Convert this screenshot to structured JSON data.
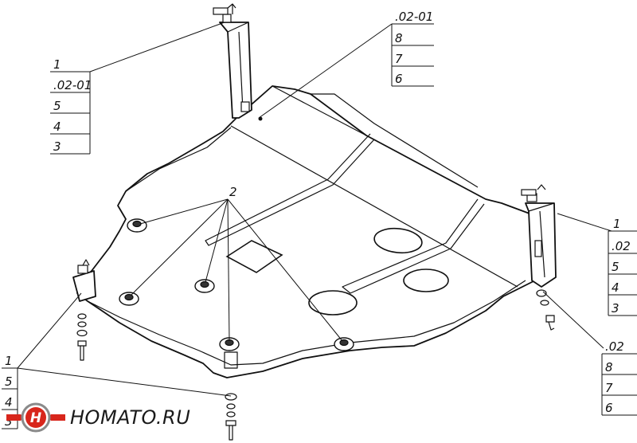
{
  "callouts": {
    "top_right": [
      ".02-01",
      "8",
      "7",
      "6"
    ],
    "top_left": [
      "1",
      ".02-01",
      "5",
      "4",
      "3"
    ],
    "right_upper": [
      "1",
      ".02",
      "5",
      "4",
      "3"
    ],
    "right_lower": [
      ".02",
      "8",
      "7",
      "6"
    ],
    "bottom_left": [
      "1",
      "5",
      "4",
      "3"
    ],
    "center": "2"
  },
  "brand": {
    "logo_text": "HOMATO.RU",
    "logo_mark": "Н",
    "colors": {
      "red": "#d8261c",
      "dark": "#1a1a1a",
      "grey": "#8a8a8a"
    }
  }
}
